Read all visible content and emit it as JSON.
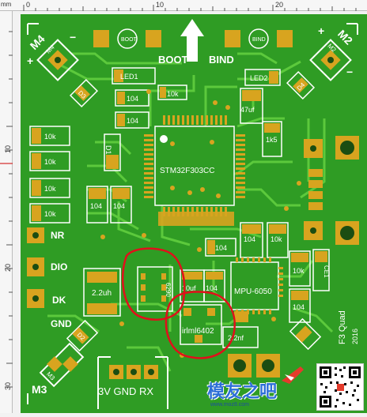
{
  "ruler": {
    "unit": "mm",
    "top_ticks": [
      "0",
      "10",
      "20"
    ],
    "left_ticks": [
      "10",
      "20",
      "30"
    ]
  },
  "board": {
    "motors": {
      "m4": "M4",
      "m2": "M2",
      "m3": "M3",
      "m4_small": "M4",
      "m2_small": "M2",
      "m3_small": "M3"
    },
    "buttons": {
      "boot": "BOOT",
      "bind": "BIND",
      "boot_small": "BOOT",
      "bind_small": "BIND"
    },
    "leds": {
      "led1": "LED1",
      "led2": "LED2"
    },
    "mcu": "STM32F303CC",
    "imu": "MPU-6050",
    "components": {
      "r10k_top": "10k",
      "cap_104_a": "104",
      "cap_104_b": "104",
      "cap_47uf": "47uf",
      "r1k5": "1k5",
      "cap_104_c": "104",
      "cap_104_d": "104",
      "r10k_side_1": "10k",
      "r10k_side_2": "10k",
      "r10k_side_3": "10k",
      "r10k_side_4": "10k",
      "r10k_right": "10k",
      "cap_104_r": "104",
      "cap_104_mid": "104",
      "cap_104_mpu": "104",
      "cap_10uf": "10uf",
      "cap_104_e": "104",
      "ind_2_2uh": "2.2uh",
      "cap_2_2nf": "2.2nf",
      "r10k_br": "10k",
      "cap_104_br": "104",
      "mosfet": "irlml6402",
      "reg_label": "6290",
      "d1": "D1",
      "d2": "D2",
      "d3": "D3",
      "d4": "D4",
      "c10": "104",
      "ce1": "CE1"
    },
    "pads": {
      "nr": "NR",
      "dio": "DIO",
      "dk": "DK",
      "gnd": "GND",
      "power": "3V GND RX"
    },
    "title_line1": "F3 Quad",
    "title_line2": "2016"
  },
  "watermark": {
    "logo_text": "模友之吧",
    "url_text": "www.moz8.com"
  },
  "colors": {
    "board": "#2f9c24",
    "trace": "#59c93b",
    "pad": "#d8a41f",
    "silk": "#ffffff",
    "annotation": "#e0101b"
  }
}
